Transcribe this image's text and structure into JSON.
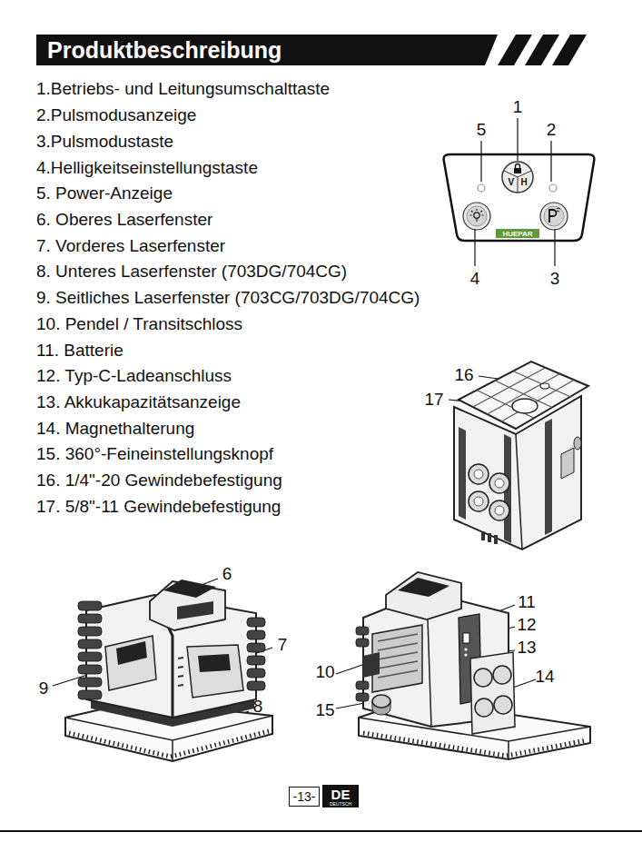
{
  "diagram": {
    "title": "Produktbeschreibung",
    "nodes": [
      {
        "text": [
          "V",
          "H"
        ]
      },
      {
        "text": [
          "HUEPAR"
        ]
      },
      {
        "text": [
          "-13-"
        ]
      },
      {
        "text": [
          "DE",
          "DEUTSCH"
        ]
      }
    ],
    "labels": [
      "1.Betriebs- und Leitungsumschalttaste",
      "2.Pulsmodusanzeige",
      "3.Pulsmodustaste",
      "4.Helligkeitseinstellungstaste",
      "5. Power-Anzeige",
      "6. Oberes Laserfenster",
      "7. Vorderes Laserfenster",
      "8. Unteres Laserfenster (703DG/704CG)",
      "9. Seitliches Laserfenster (703CG/703DG/704CG)",
      "10. Pendel / Transitschloss",
      "11. Batterie",
      "12. Typ-C-Ladeanschluss",
      "13. Akkukapazitätsanzeige",
      "14. Magnethalterung",
      "15. 360°-Feineinstellungsknopf",
      "16. 1/4\"-20 Gewindebefestigung",
      "17. 5/8\"-11 Gewindebefestigung",
      "1",
      "5",
      "2",
      "4",
      "3",
      "16",
      "17",
      "6",
      "7",
      "9",
      "8",
      "11",
      "12",
      "13",
      "10",
      "14",
      "15"
    ]
  }
}
